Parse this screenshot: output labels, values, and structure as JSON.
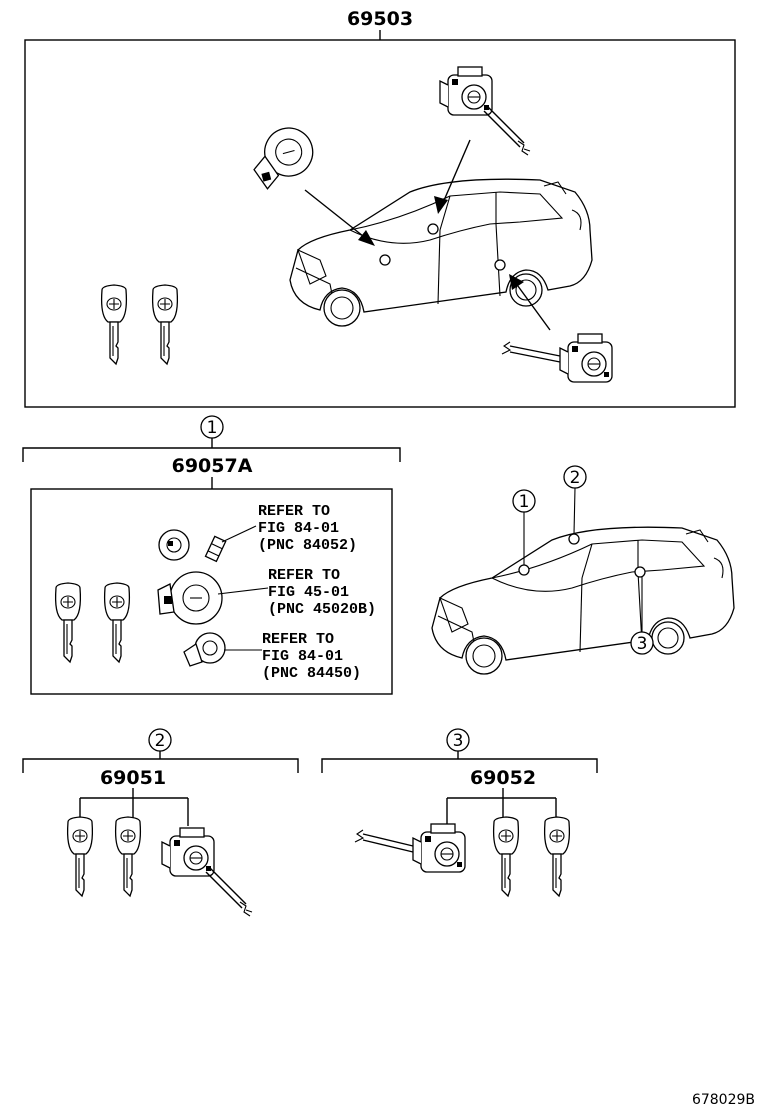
{
  "main_assembly": {
    "part_number": "69503"
  },
  "group1": {
    "callout": "1",
    "part_number": "69057A",
    "references": [
      {
        "line1": "REFER TO",
        "line2": "FIG 84-01",
        "line3": "(PNC 84052)"
      },
      {
        "line1": "REFER TO",
        "line2": "FIG 45-01",
        "line3": "(PNC 45020B)"
      },
      {
        "line1": "REFER TO",
        "line2": "FIG 84-01",
        "line3": "(PNC 84450)"
      }
    ]
  },
  "vehicle_callouts": [
    "1",
    "2",
    "3"
  ],
  "group2": {
    "callout": "2",
    "part_number": "69051"
  },
  "group3": {
    "callout": "3",
    "part_number": "69052"
  },
  "diagram_code": "678029B"
}
